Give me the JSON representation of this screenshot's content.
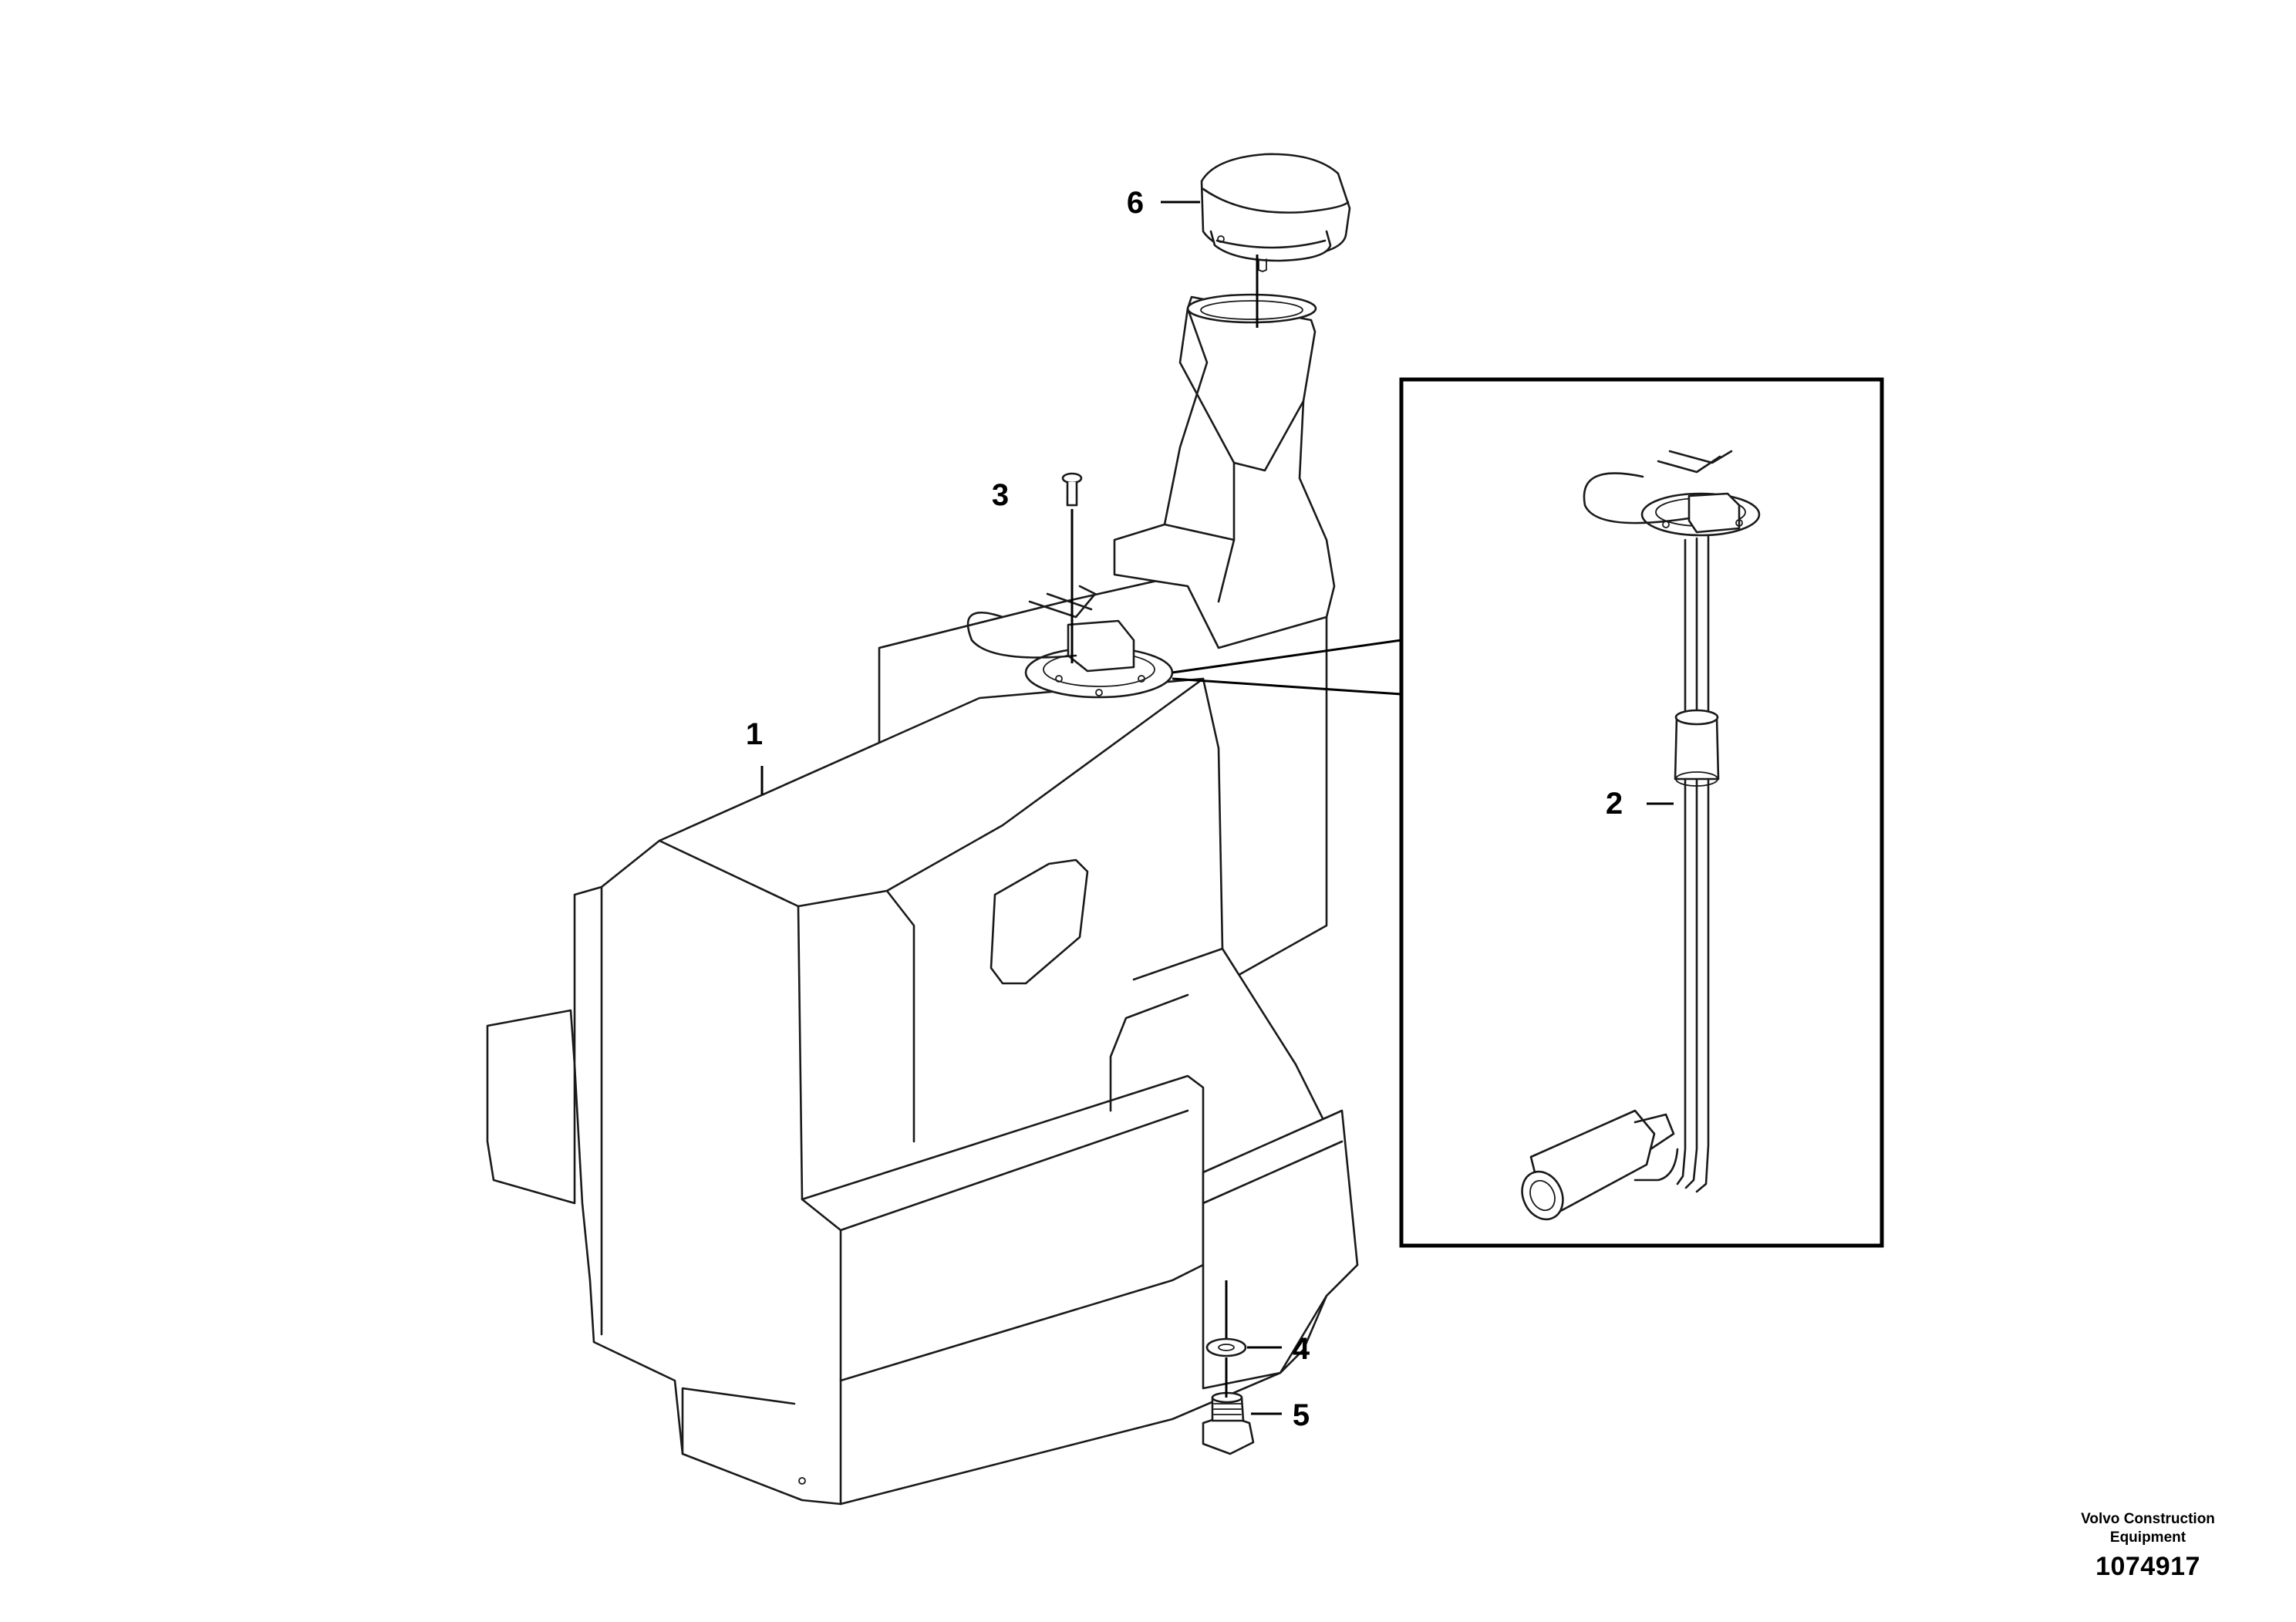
{
  "callouts": [
    {
      "id": "1",
      "label": "1"
    },
    {
      "id": "2",
      "label": "2"
    },
    {
      "id": "3",
      "label": "3"
    },
    {
      "id": "4",
      "label": "4"
    },
    {
      "id": "5",
      "label": "5"
    },
    {
      "id": "6",
      "label": "6"
    }
  ],
  "parts": {
    "1": "fuel-tank",
    "2": "fuel-level-sender",
    "3": "screw",
    "4": "washer",
    "5": "drain-plug",
    "6": "filler-cap"
  },
  "credit": {
    "maker": "Volvo Construction\nEquipment",
    "reference": "1074917"
  },
  "colors": {
    "line": "#1a1a1a",
    "background": "#ffffff"
  }
}
